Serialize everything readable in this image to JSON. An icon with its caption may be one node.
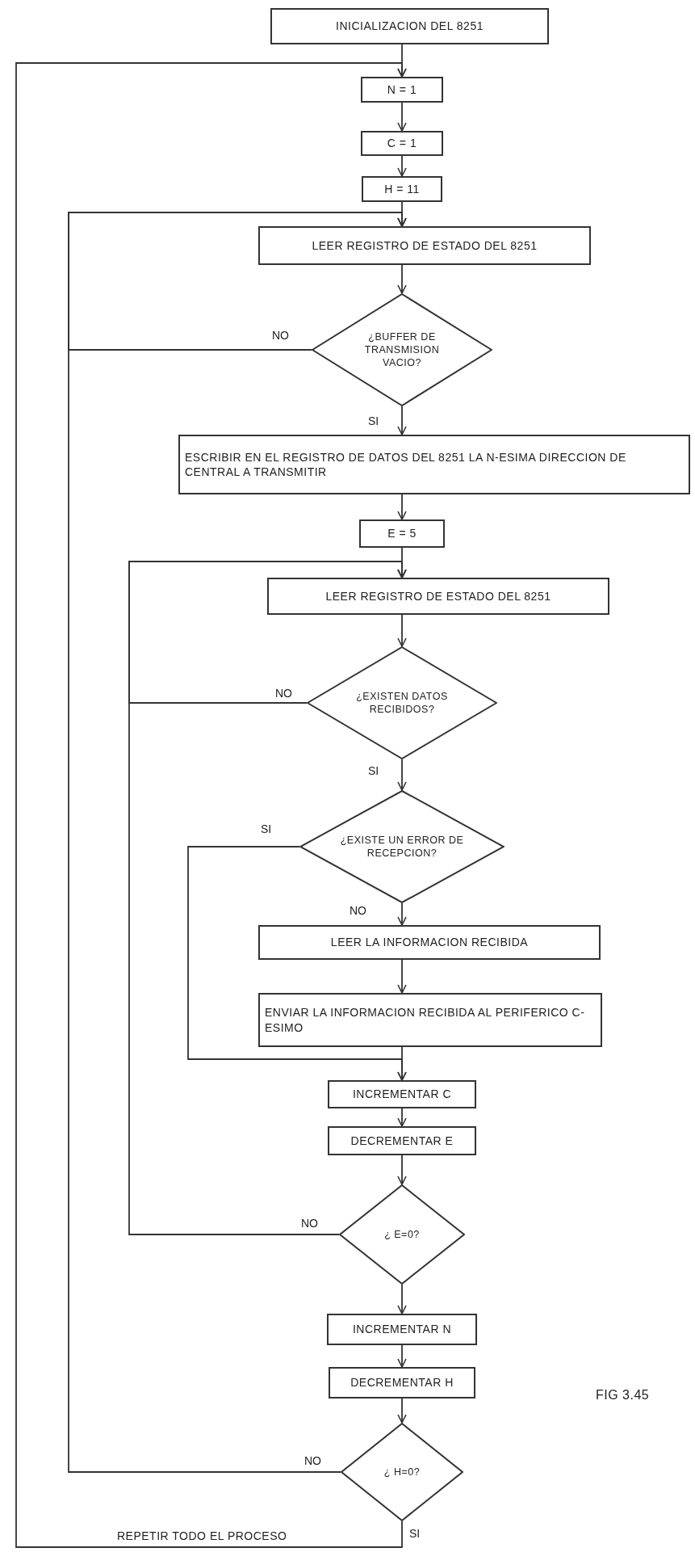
{
  "diagram": {
    "nodes": [
      {
        "text": [
          "INICIALIZACION DEL 8251"
        ]
      },
      {
        "text": [
          "N = 1"
        ]
      },
      {
        "text": [
          "C = 1"
        ]
      },
      {
        "text": [
          "H = 11"
        ]
      },
      {
        "text": [
          "LEER REGISTRO DE ESTADO DEL 8251"
        ]
      },
      {
        "text": [
          "¿BUFFER DE TRANSMISION VACIO?"
        ]
      },
      {
        "text": [
          "ESCRIBIR EN EL REGISTRO DE DATOS DEL 8251 LA N-ESIMA DIRECCION DE CENTRAL A TRANSMITIR"
        ]
      },
      {
        "text": [
          "E = 5"
        ]
      },
      {
        "text": [
          "LEER REGISTRO DE ESTADO DEL 8251"
        ]
      },
      {
        "text": [
          "¿EXISTEN DATOS RECIBIDOS?"
        ]
      },
      {
        "text": [
          "¿EXISTE UN ERROR DE RECEPCION?"
        ]
      },
      {
        "text": [
          "LEER LA INFORMACION RECIBIDA"
        ]
      },
      {
        "text": [
          "ENVIAR LA INFORMACION RECIBIDA AL PERIFERICO C-ESIMO"
        ]
      },
      {
        "text": [
          "INCREMENTAR C"
        ]
      },
      {
        "text": [
          "DECREMENTAR E"
        ]
      },
      {
        "text": [
          "¿ E=0?"
        ]
      },
      {
        "text": [
          "INCREMENTAR N"
        ]
      },
      {
        "text": [
          "DECREMENTAR H"
        ]
      },
      {
        "text": [
          "¿ H=0?"
        ]
      }
    ],
    "edges": [
      {
        "from": 0,
        "to": 1,
        "arrow": "to"
      },
      {
        "from": 1,
        "to": 2,
        "arrow": "to"
      },
      {
        "from": 2,
        "to": 3,
        "arrow": "to"
      },
      {
        "from": 3,
        "to": 4,
        "arrow": "to"
      },
      {
        "from": 4,
        "to": 5,
        "arrow": "to"
      },
      {
        "from": 5,
        "to": 6,
        "arrow": "to",
        "label": "SI"
      },
      {
        "from": 5,
        "to": 4,
        "arrow": "to",
        "label": "NO"
      },
      {
        "from": 6,
        "to": 7,
        "arrow": "to"
      },
      {
        "from": 7,
        "to": 8,
        "arrow": "to"
      },
      {
        "from": 8,
        "to": 9,
        "arrow": "to"
      },
      {
        "from": 9,
        "to": 10,
        "arrow": "to",
        "label": "SI"
      },
      {
        "from": 9,
        "to": 8,
        "arrow": "to",
        "label": "NO"
      },
      {
        "from": 10,
        "to": 11,
        "arrow": "to",
        "label": "NO"
      },
      {
        "from": 10,
        "to": 13,
        "arrow": "to",
        "label": "SI"
      },
      {
        "from": 11,
        "to": 12,
        "arrow": "to"
      },
      {
        "from": 12,
        "to": 13,
        "arrow": "to"
      },
      {
        "from": 13,
        "to": 14,
        "arrow": "to"
      },
      {
        "from": 14,
        "to": 15,
        "arrow": "to"
      },
      {
        "from": 15,
        "to": 8,
        "arrow": "to",
        "label": "NO"
      },
      {
        "from": 15,
        "to": 16,
        "arrow": "to"
      },
      {
        "from": 16,
        "to": 17,
        "arrow": "to"
      },
      {
        "from": 17,
        "to": 18,
        "arrow": "to"
      },
      {
        "from": 18,
        "to": 4,
        "arrow": "to",
        "label": "NO"
      },
      {
        "from": 18,
        "to": 1,
        "arrow": "to",
        "label": "SI"
      }
    ],
    "labels": [
      "REPETIR TODO EL PROCESO",
      "FIG 3.45"
    ]
  }
}
